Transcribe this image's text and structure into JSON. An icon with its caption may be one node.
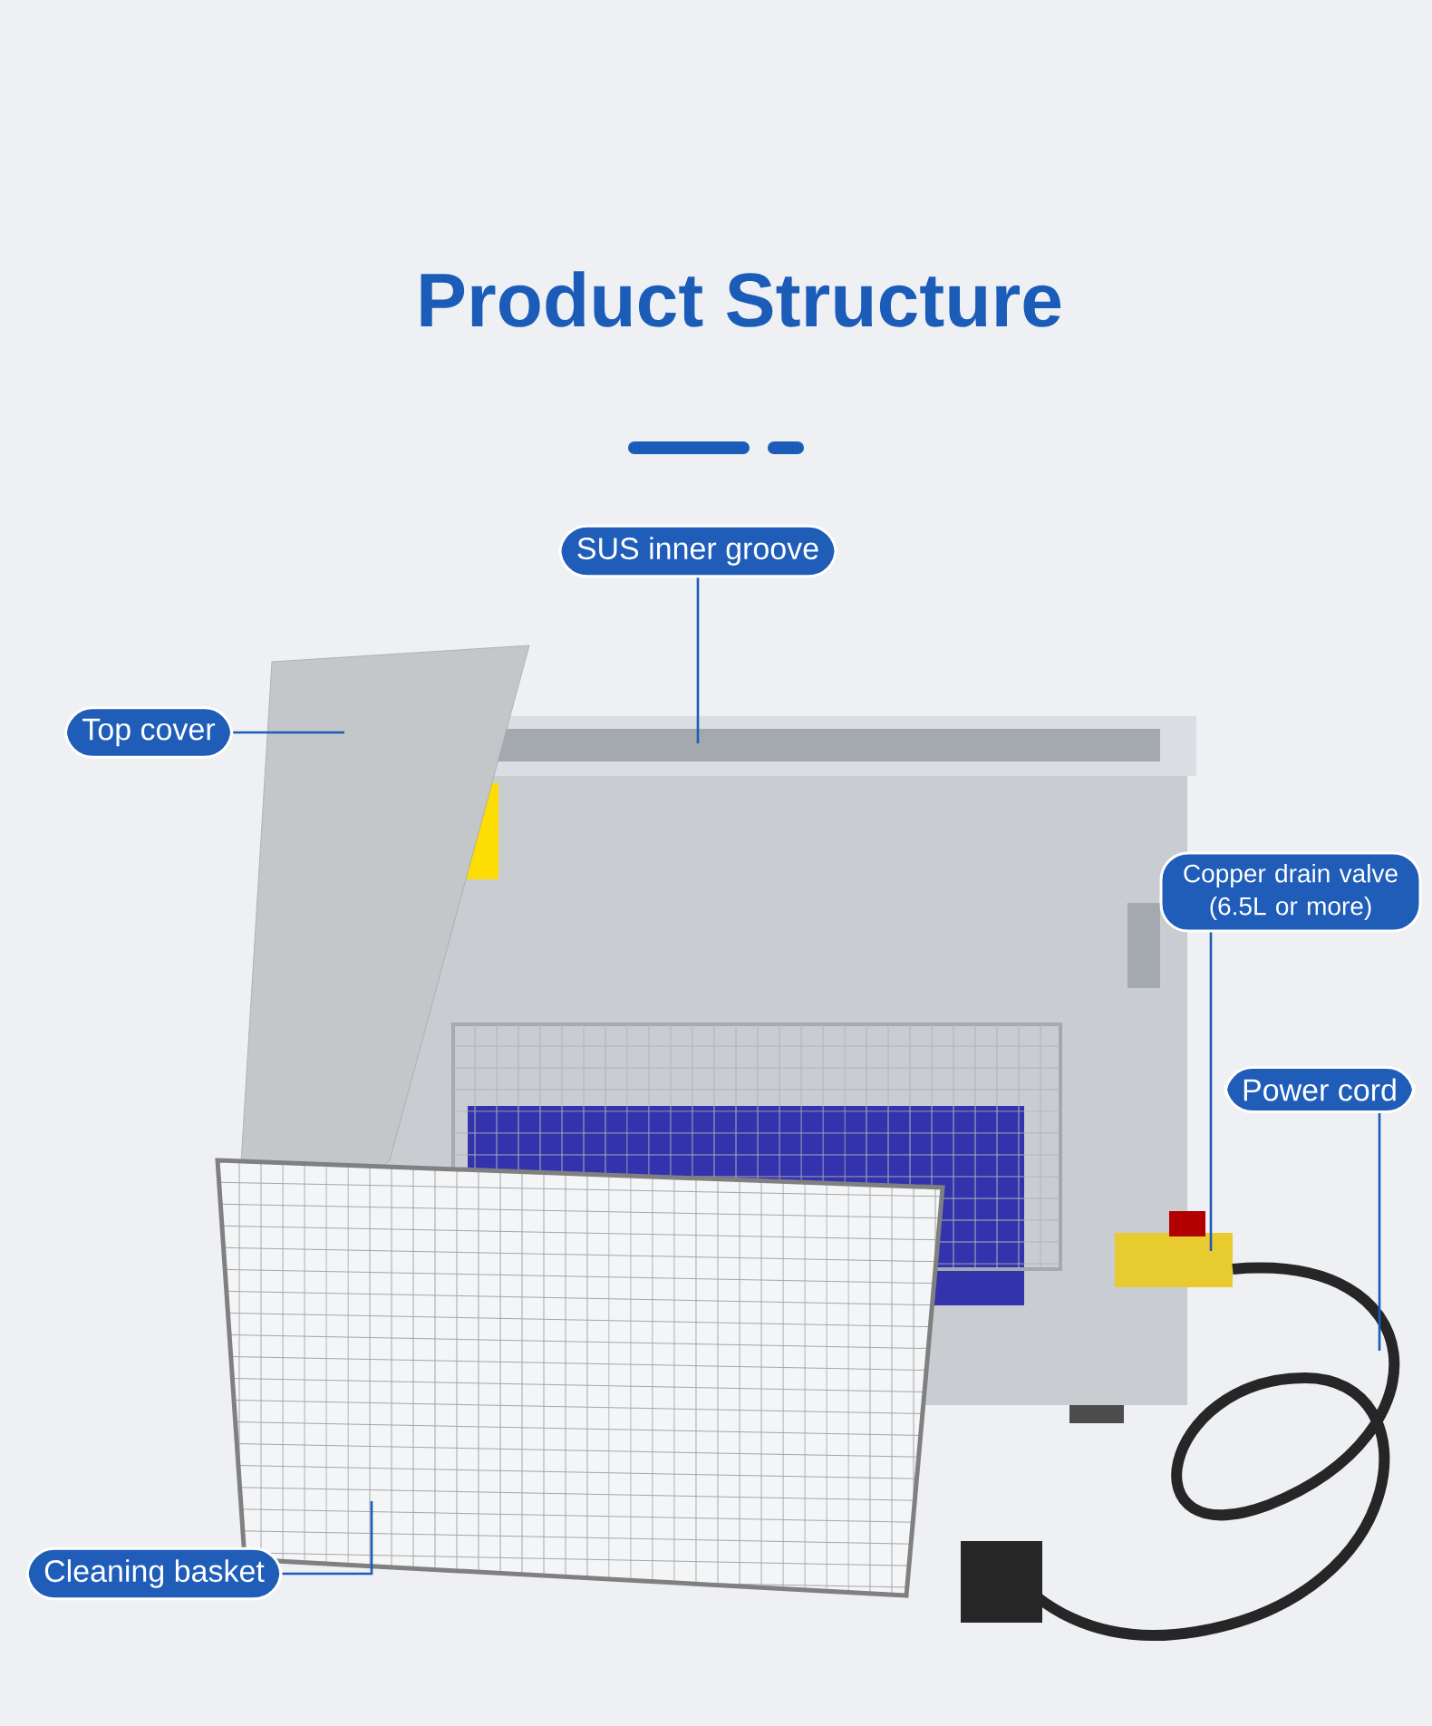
{
  "diagram": {
    "title": "Product Structure",
    "nodes": [
      {
        "text": [
          "SUS inner groove"
        ]
      },
      {
        "text": [
          "Top cover"
        ]
      },
      {
        "text": [
          "Copper drain valve (6.5L or more)"
        ]
      },
      {
        "text": [
          "Power cord"
        ]
      },
      {
        "text": [
          "Cleaning basket"
        ]
      }
    ],
    "edges": [
      {
        "from": 0,
        "to": null,
        "arrow": "none"
      },
      {
        "from": 1,
        "to": null,
        "arrow": "none"
      },
      {
        "from": 2,
        "to": null,
        "arrow": "none"
      },
      {
        "from": 3,
        "to": null,
        "arrow": "none"
      },
      {
        "from": 4,
        "to": null,
        "arrow": "none"
      }
    ]
  }
}
